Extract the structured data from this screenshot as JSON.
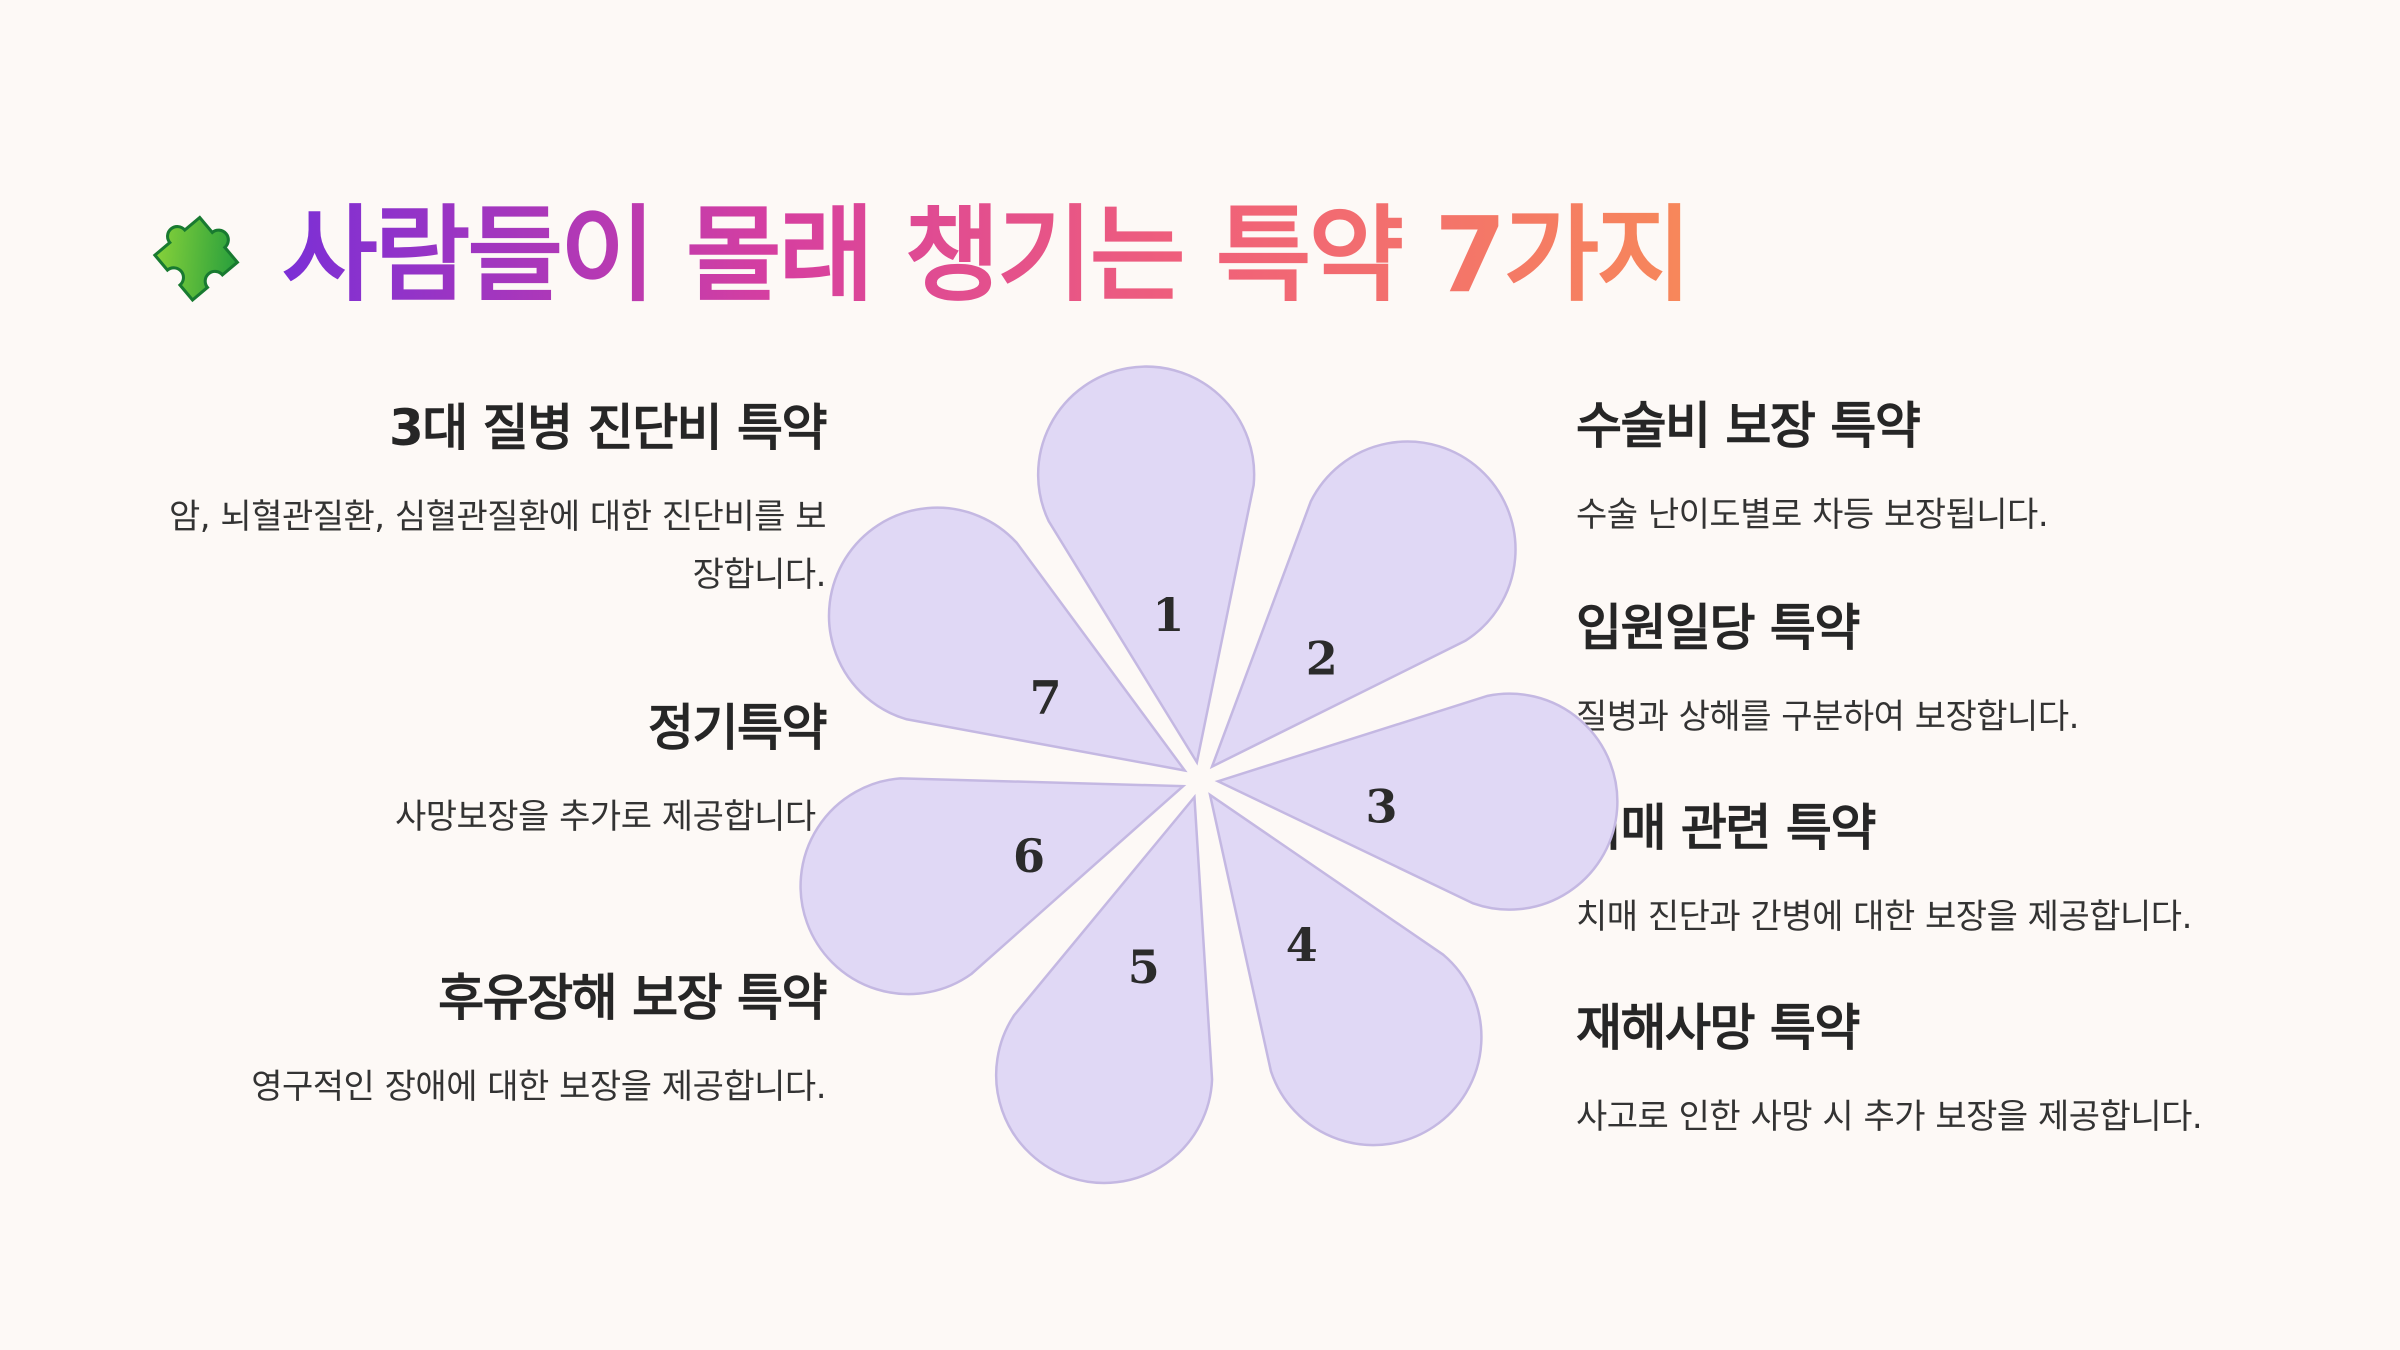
{
  "title": "사람들이 몰래 챙기는 특약 7가지",
  "icon": "puzzle-piece-icon",
  "colors": {
    "background": "#fdf9f6",
    "petal_fill": "#e0d8f5",
    "petal_stroke": "#c4b8e2",
    "title_gradient": [
      "#7b2fd6",
      "#d63fa0",
      "#f0607a",
      "#f7885a"
    ]
  },
  "petals": [
    "1",
    "2",
    "3",
    "4",
    "5",
    "6",
    "7"
  ],
  "left_items": [
    {
      "title": "3대 질병 진단비 특약",
      "desc": "암, 뇌혈관질환, 심혈관질환에 대한 진단비를 보장합니다."
    },
    {
      "title": "정기특약",
      "desc": "사망보장을 추가로 제공합니다."
    },
    {
      "title": "후유장해 보장 특약",
      "desc": "영구적인 장애에 대한 보장을 제공합니다."
    }
  ],
  "right_items": [
    {
      "title": "수술비 보장 특약",
      "desc": "수술 난이도별로 차등 보장됩니다."
    },
    {
      "title": "입원일당 특약",
      "desc": "질병과 상해를 구분하여 보장합니다."
    },
    {
      "title": "치매 관련 특약",
      "desc": "치매 진단과 간병에 대한 보장을 제공합니다."
    },
    {
      "title": "재해사망 특약",
      "desc": "사고로 인한 사망 시 추가 보장을 제공합니다."
    }
  ]
}
